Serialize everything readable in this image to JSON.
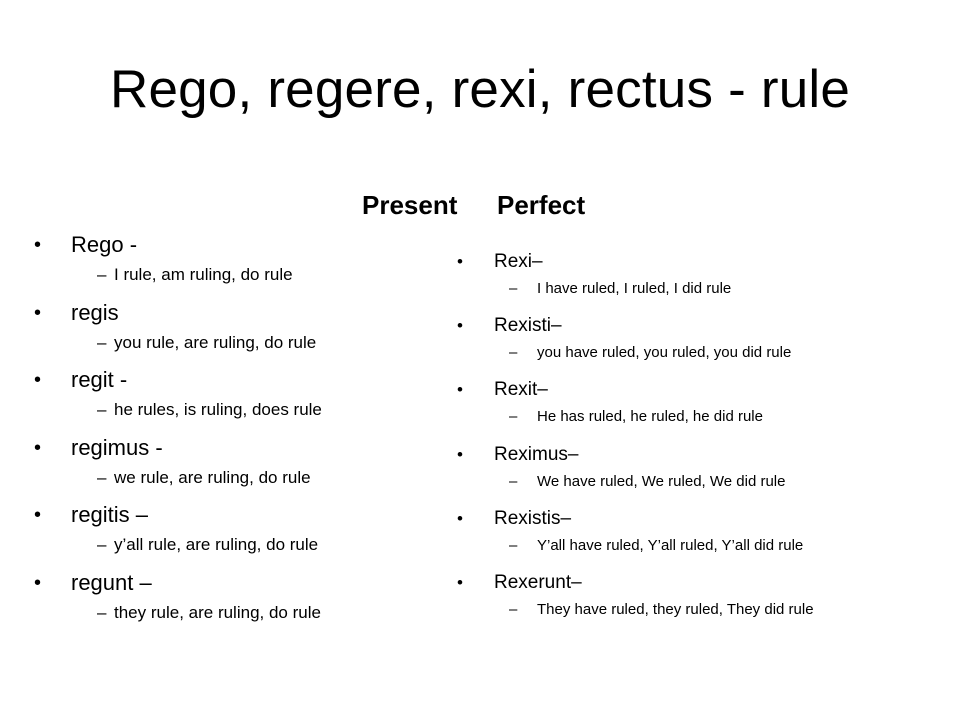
{
  "title": "Rego, regere, rexi, rectus - rule",
  "present": {
    "heading": "Present",
    "items": [
      {
        "form": "Rego -",
        "meaning": "I rule, am ruling, do rule"
      },
      {
        "form": "regis",
        "meaning": "you rule, are ruling, do rule"
      },
      {
        "form": "regit -",
        "meaning": "he rules, is ruling, does rule"
      },
      {
        "form": "regimus -",
        "meaning": "we rule, are ruling, do rule"
      },
      {
        "form": "regitis –",
        "meaning": "y’all rule, are ruling, do rule"
      },
      {
        "form": "regunt –",
        "meaning": "they rule, are ruling, do rule"
      }
    ]
  },
  "perfect": {
    "heading": "Perfect",
    "items": [
      {
        "form": "Rexi–",
        "meaning": "I have ruled, I ruled, I did rule"
      },
      {
        "form": "Rexisti–",
        "meaning": "you have ruled, you ruled, you did rule"
      },
      {
        "form": "Rexit–",
        "meaning": "He has ruled, he ruled, he did rule"
      },
      {
        "form": "Reximus–",
        "meaning": "We have ruled, We ruled, We did rule"
      },
      {
        "form": "Rexistis–",
        "meaning": "Y’all have ruled, Y’all ruled, Y’all did rule"
      },
      {
        "form": "Rexerunt–",
        "meaning": "They have ruled, they ruled, They did rule"
      }
    ]
  },
  "bullet_glyph": "•",
  "dash_glyph": "–"
}
